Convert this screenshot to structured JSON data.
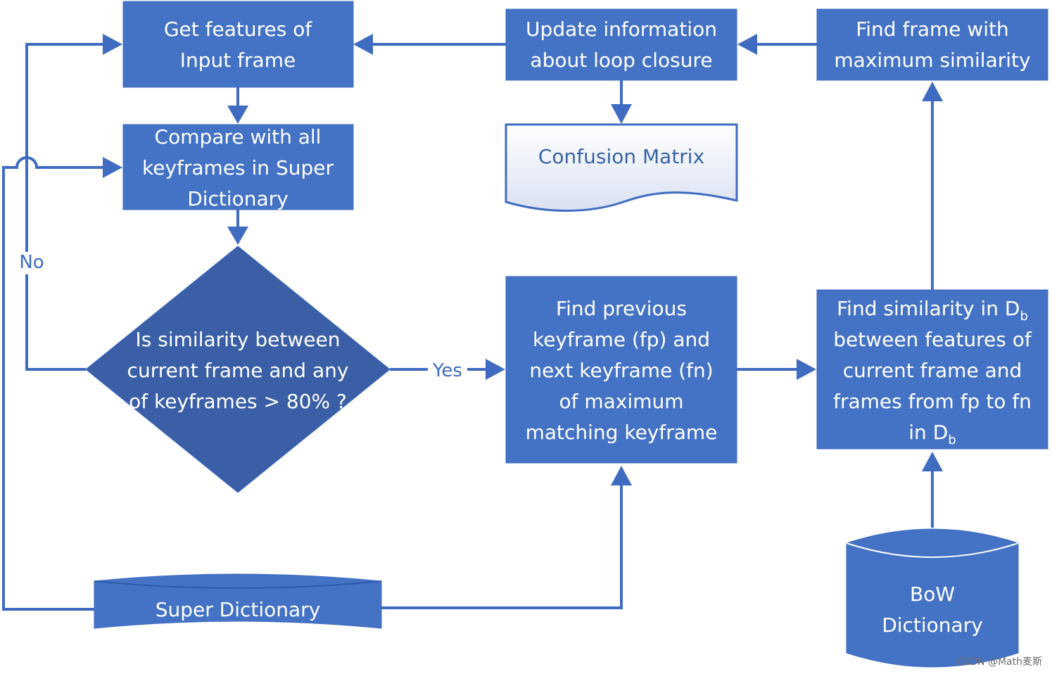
{
  "nodes": {
    "get_features": {
      "lines": [
        "Get features of",
        "Input frame"
      ]
    },
    "compare": {
      "lines": [
        "Compare with all",
        "keyframes in Super",
        "Dictionary"
      ]
    },
    "decision": {
      "lines": [
        "Is similarity between",
        "current frame and any",
        "of keyframes > 80% ?"
      ]
    },
    "find_prev_next": {
      "lines": [
        "Find previous",
        "keyframe (fp) and",
        "next keyframe (fn)",
        "of maximum",
        "matching keyframe"
      ]
    },
    "find_similarity": {
      "line1": "Find similarity in D",
      "line1_sub": "b",
      "line2": "between features of",
      "line3": "current frame and",
      "line4": "frames from fp to fn",
      "line5": "in D",
      "line5_sub": "b"
    },
    "find_max": {
      "lines": [
        "Find frame with",
        "maximum similarity"
      ]
    },
    "update": {
      "lines": [
        "Update information",
        "about loop closure"
      ]
    },
    "confusion": {
      "label": "Confusion Matrix"
    },
    "super_dict": {
      "label": "Super Dictionary"
    },
    "bow": {
      "lines": [
        "BoW",
        "Dictionary"
      ]
    }
  },
  "edges": {
    "yes_label": "Yes",
    "no_label": "No"
  },
  "watermark": "CSDN @Math麦斯",
  "colors": {
    "box_fill": "#4472c4",
    "box_stroke": "#3f6cc1",
    "decision_fill": "#3a5fa6",
    "arrow": "#3f6cc1",
    "doc_text": "#3a63a8"
  }
}
